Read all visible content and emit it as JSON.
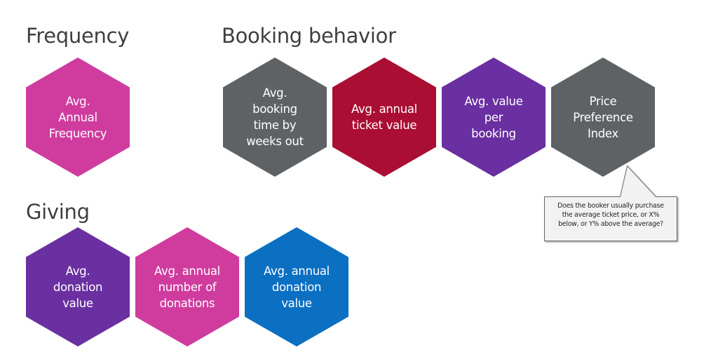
{
  "sections": {
    "frequency": {
      "title": "Frequency"
    },
    "booking": {
      "title": "Booking behavior"
    },
    "giving": {
      "title": "Giving"
    }
  },
  "hexagons": {
    "annual_frequency": {
      "label": "Avg.\nAnnual\nFrequency",
      "color": "#cf3c9e"
    },
    "booking_time": {
      "label": "Avg.\nbooking\ntime by\nweeks out",
      "color": "#5f6265"
    },
    "annual_ticket_value": {
      "label": "Avg. annual\nticket value",
      "color": "#ab0e33"
    },
    "value_per_booking": {
      "label": "Avg. value\nper\nbooking",
      "color": "#6a2fa0"
    },
    "price_preference": {
      "label": "Price\nPreference\nIndex",
      "color": "#5f6265"
    },
    "donation_value": {
      "label": "Avg.\ndonation\nvalue",
      "color": "#6a2fa0"
    },
    "annual_donations_count": {
      "label": "Avg. annual\nnumber of\ndonations",
      "color": "#cf3c9e"
    },
    "annual_donation_value": {
      "label": "Avg. annual\ndonation\nvalue",
      "color": "#0b6fc2"
    }
  },
  "callout": {
    "text": "Does the booker usually purchase\nthe average ticket price, or X%\nbelow, or Y% above the average?"
  }
}
